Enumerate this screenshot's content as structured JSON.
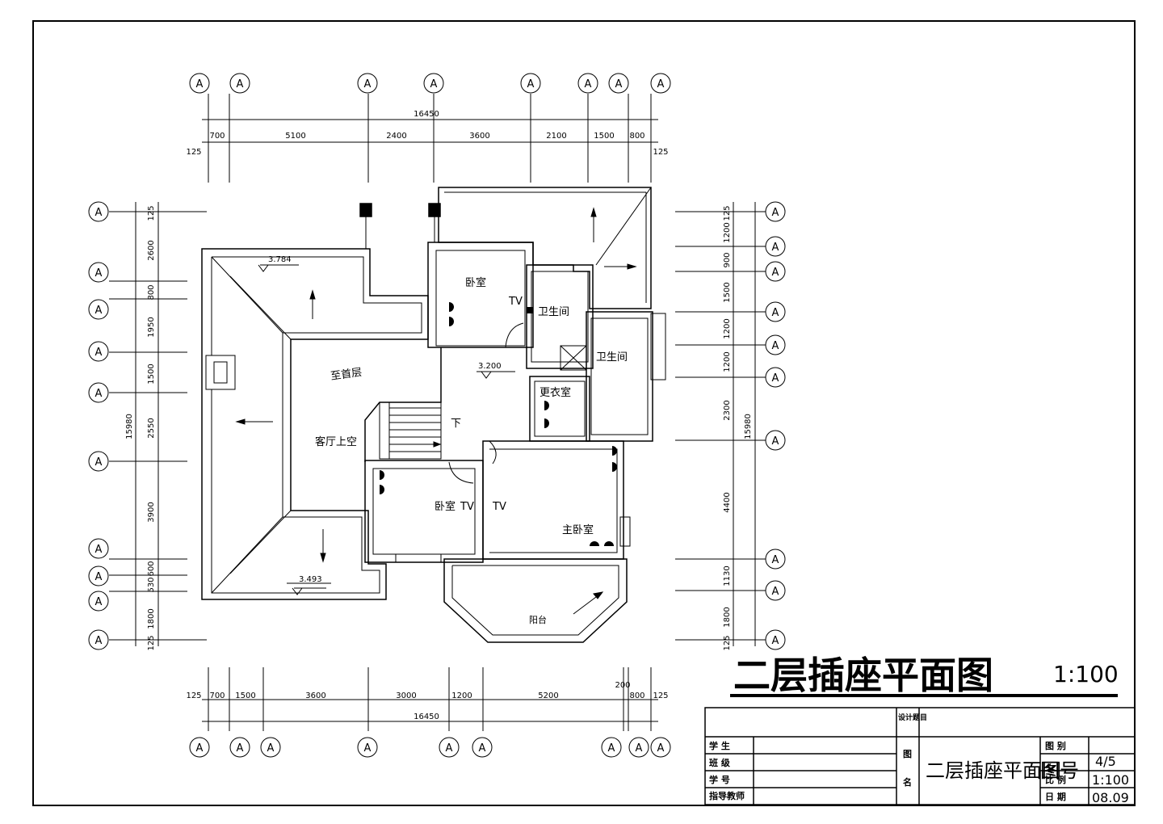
{
  "title": "二层插座平面图",
  "scale": "1:100",
  "axis_label": "A",
  "top_dimensions": {
    "total": "16450",
    "segments": [
      "700",
      "5100",
      "2400",
      "3600",
      "2100",
      "1500",
      "800"
    ],
    "end_left": "125",
    "end_right": "125"
  },
  "bottom_dimensions": {
    "total": "16450",
    "segments": [
      "700",
      "1500",
      "3600",
      "3000",
      "1200",
      "5200",
      "800"
    ],
    "end_left": "125",
    "end_right": "125",
    "extra": "200"
  },
  "left_dimensions": {
    "total": "15980",
    "segments": [
      "125",
      "2600",
      "800",
      "1950",
      "1500",
      "2550",
      "3900",
      "600",
      "530",
      "1800",
      "125"
    ]
  },
  "right_dimensions": {
    "total": "15980",
    "segments": [
      "125",
      "1200",
      "900",
      "1500",
      "1200",
      "1200",
      "2300",
      "4400",
      "1130",
      "1800",
      "125"
    ]
  },
  "rooms": {
    "bedroom1": "卧室",
    "bath1": "卫生间",
    "bath2": "卫生间",
    "dressing": "更衣室",
    "void": "客厅上空",
    "to_first_floor": "至首层",
    "down": "下",
    "bedroom2": "卧室",
    "master": "主卧室",
    "balcony": "阳台",
    "tv1": "TV",
    "tv2": "TV",
    "tv3": "TV"
  },
  "elevations": {
    "e1": "3.784",
    "e2": "3.200",
    "e3": "3.493"
  },
  "title_block": {
    "design_topic": "设计题目",
    "student": "学  生",
    "class": "班  级",
    "student_no": "学  号",
    "advisor": "指导教师",
    "drawing_name_label_1": "图",
    "drawing_name_label_2": "名",
    "drawing_name": "二层插座平面图",
    "category_label": "图  别",
    "category_value": "4/5",
    "ratio_label": "比  例",
    "ratio_value": "1:100",
    "date_label": "日  期",
    "date_value": "08.09",
    "overlap_text": "图号"
  }
}
